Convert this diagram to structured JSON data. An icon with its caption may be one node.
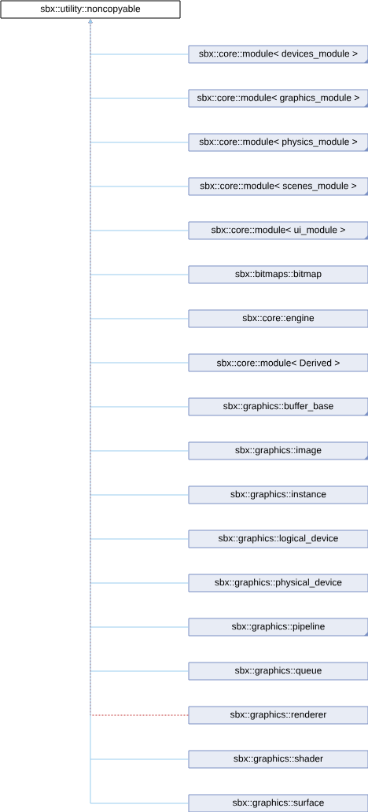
{
  "diagram": {
    "nodes": [
      {
        "text": [
          "sbx::utility::noncopyable"
        ]
      },
      {
        "text": [
          "sbx::core::module< devices_module >"
        ]
      },
      {
        "text": [
          "sbx::core::module< graphics_module >"
        ]
      },
      {
        "text": [
          "sbx::core::module< physics_module >"
        ]
      },
      {
        "text": [
          "sbx::core::module< scenes_module >"
        ]
      },
      {
        "text": [
          "sbx::core::module< ui_module >"
        ]
      },
      {
        "text": [
          "sbx::bitmaps::bitmap"
        ]
      },
      {
        "text": [
          "sbx::core::engine"
        ]
      },
      {
        "text": [
          "sbx::core::module< Derived >"
        ]
      },
      {
        "text": [
          "sbx::graphics::buffer_base"
        ]
      },
      {
        "text": [
          "sbx::graphics::image"
        ]
      },
      {
        "text": [
          "sbx::graphics::instance"
        ]
      },
      {
        "text": [
          "sbx::graphics::logical_device"
        ]
      },
      {
        "text": [
          "sbx::graphics::physical_device"
        ]
      },
      {
        "text": [
          "sbx::graphics::pipeline"
        ]
      },
      {
        "text": [
          "sbx::graphics::queue"
        ]
      },
      {
        "text": [
          "sbx::graphics::renderer"
        ]
      },
      {
        "text": [
          "sbx::graphics::shader"
        ]
      },
      {
        "text": [
          "sbx::graphics::surface"
        ]
      }
    ],
    "edges": [
      {
        "from": 1,
        "to": 0,
        "arrow": "to"
      },
      {
        "from": 2,
        "to": 0,
        "arrow": "to"
      },
      {
        "from": 3,
        "to": 0,
        "arrow": "to"
      },
      {
        "from": 4,
        "to": 0,
        "arrow": "to"
      },
      {
        "from": 5,
        "to": 0,
        "arrow": "to"
      },
      {
        "from": 6,
        "to": 0,
        "arrow": "to"
      },
      {
        "from": 7,
        "to": 0,
        "arrow": "to"
      },
      {
        "from": 8,
        "to": 0,
        "arrow": "to"
      },
      {
        "from": 9,
        "to": 0,
        "arrow": "to"
      },
      {
        "from": 10,
        "to": 0,
        "arrow": "to"
      },
      {
        "from": 11,
        "to": 0,
        "arrow": "to"
      },
      {
        "from": 12,
        "to": 0,
        "arrow": "to"
      },
      {
        "from": 13,
        "to": 0,
        "arrow": "to"
      },
      {
        "from": 14,
        "to": 0,
        "arrow": "to"
      },
      {
        "from": 15,
        "to": 0,
        "arrow": "to"
      },
      {
        "from": 16,
        "to": 0,
        "arrow": "to",
        "style": "dashed",
        "color": "#c03030"
      },
      {
        "from": 17,
        "to": 0,
        "arrow": "to"
      },
      {
        "from": 18,
        "to": 0,
        "arrow": "to"
      }
    ]
  }
}
